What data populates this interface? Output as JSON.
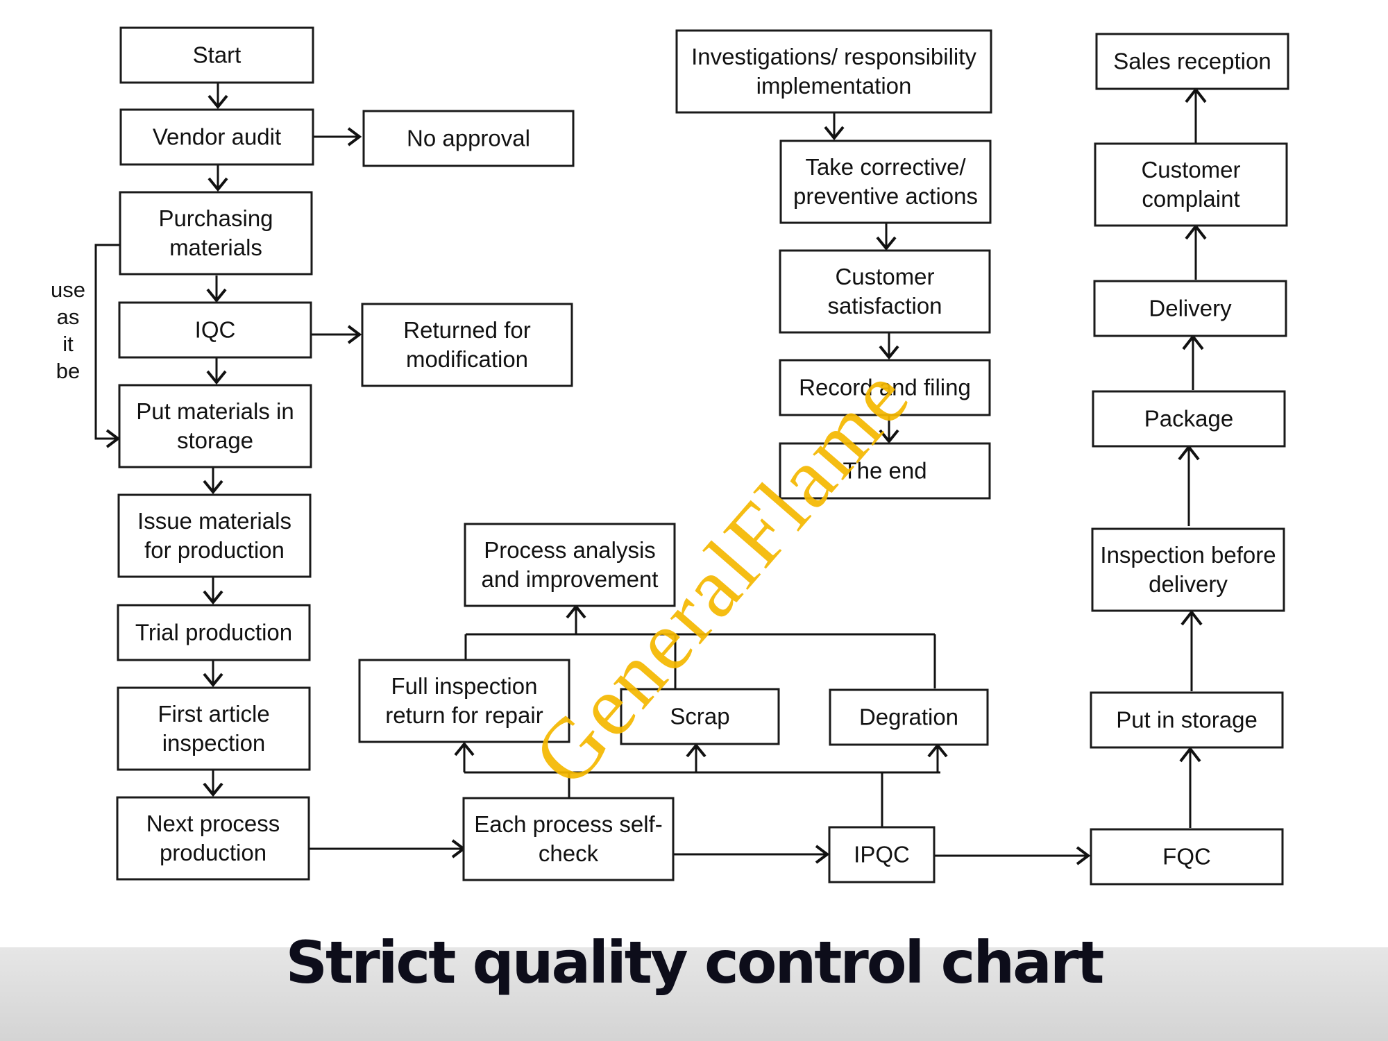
{
  "diagram": {
    "nodes": [
      {
        "id": "start",
        "lines": [
          "Start"
        ]
      },
      {
        "id": "vendor-audit",
        "lines": [
          "Vendor audit"
        ]
      },
      {
        "id": "no-approval",
        "lines": [
          "No approval"
        ]
      },
      {
        "id": "purchasing-materials",
        "lines": [
          "Purchasing",
          "materials"
        ]
      },
      {
        "id": "iqc",
        "lines": [
          "IQC"
        ]
      },
      {
        "id": "returned-for-modification",
        "lines": [
          "Returned for",
          "modification"
        ]
      },
      {
        "id": "put-materials-in-storage",
        "lines": [
          "Put materials in",
          "storage"
        ]
      },
      {
        "id": "issue-materials",
        "lines": [
          "Issue materials",
          "for production"
        ]
      },
      {
        "id": "trial-production",
        "lines": [
          "Trial production"
        ]
      },
      {
        "id": "first-article-inspection",
        "lines": [
          "First article",
          "inspection"
        ]
      },
      {
        "id": "next-process-production",
        "lines": [
          "Next process",
          "production"
        ]
      },
      {
        "id": "each-process-self-check",
        "lines": [
          "Each process self-",
          "check"
        ]
      },
      {
        "id": "ipqc",
        "lines": [
          "IPQC"
        ]
      },
      {
        "id": "fqc",
        "lines": [
          "FQC"
        ]
      },
      {
        "id": "full-inspection",
        "lines": [
          "Full inspection",
          "return for repair"
        ]
      },
      {
        "id": "scrap",
        "lines": [
          "Scrap"
        ]
      },
      {
        "id": "degration",
        "lines": [
          "Degration"
        ]
      },
      {
        "id": "process-analysis",
        "lines": [
          "Process analysis",
          "and improvement"
        ]
      },
      {
        "id": "investigations",
        "lines": [
          "Investigations/ responsibility",
          "implementation"
        ]
      },
      {
        "id": "corrective-actions",
        "lines": [
          "Take corrective/",
          "preventive actions"
        ]
      },
      {
        "id": "customer-satisfaction",
        "lines": [
          "Customer",
          "satisfaction"
        ]
      },
      {
        "id": "record-and-filing",
        "lines": [
          "Record and filing"
        ]
      },
      {
        "id": "the-end",
        "lines": [
          "The end"
        ]
      },
      {
        "id": "put-in-storage",
        "lines": [
          "Put in storage"
        ]
      },
      {
        "id": "inspection-before-delivery",
        "lines": [
          "Inspection before",
          "delivery"
        ]
      },
      {
        "id": "package",
        "lines": [
          "Package"
        ]
      },
      {
        "id": "delivery",
        "lines": [
          "Delivery"
        ]
      },
      {
        "id": "customer-complaint",
        "lines": [
          "Customer",
          "complaint"
        ]
      },
      {
        "id": "sales-reception",
        "lines": [
          "Sales reception"
        ]
      }
    ],
    "side_label": [
      "use",
      "as",
      "it",
      "be"
    ]
  },
  "footer": {
    "title": "Strict quality control chart"
  },
  "watermark": {
    "text": "GeneralFlame"
  },
  "colors": {
    "watermark": "#f5b800",
    "footer_band": "#dcdcdc",
    "stroke": "#1a1a1a"
  }
}
